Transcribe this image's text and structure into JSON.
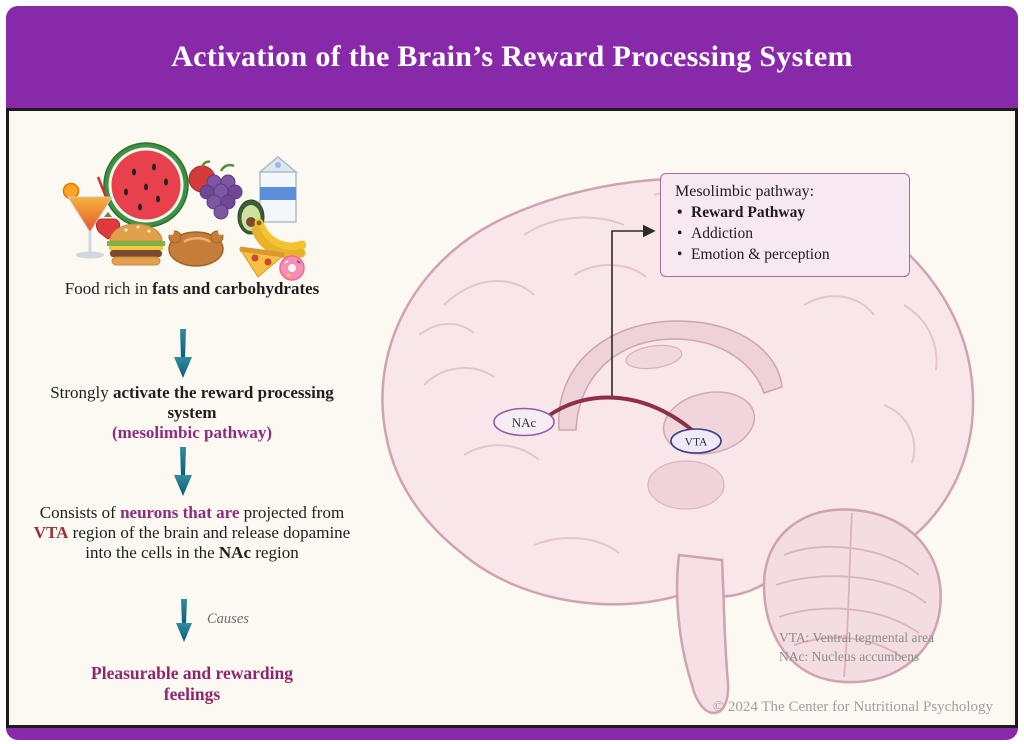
{
  "header": {
    "title": "Activation of the Brain’s Reward Processing System"
  },
  "left": {
    "step1": {
      "t1": "Food rich in ",
      "b1": "fats and carbohydrates"
    },
    "step2": {
      "t1": "Strongly ",
      "b1": "activate the reward processing system",
      "p1": "(mesolimbic pathway)"
    },
    "step3": {
      "t1": "Consists of ",
      "c1": "neurons that are",
      "t2": " projected from ",
      "c2": "VTA",
      "t3": " region of the brain and release dopamine into the cells in the ",
      "c3": "NAc",
      "t4": " region"
    },
    "causes": "Causes",
    "step4": "Pleasurable and rewarding feelings"
  },
  "brain": {
    "labels": {
      "nac": "NAc",
      "vta": "VTA"
    },
    "callout": {
      "title": "Mesolimbic pathway:",
      "items": [
        "Reward Pathway",
        "Addiction",
        "Emotion & perception"
      ]
    },
    "legend": [
      "VTA: Ventral tegmental area",
      "NAc: Nucleus accumbens"
    ]
  },
  "footer": {
    "copyright": "© 2024 The Center for Nutritional Psychology"
  },
  "colors": {
    "banner_purple": "#8729a8",
    "arrow_teal": "#156a7e",
    "pathway_maroon": "#8e2e47",
    "text_purple": "#8e2d7e",
    "text_magenta": "#8e256d",
    "vta_red": "#9c3039",
    "callout_bg": "#f8e8f1",
    "callout_border": "#a86b9b",
    "background_cream": "#fcf9f3"
  }
}
